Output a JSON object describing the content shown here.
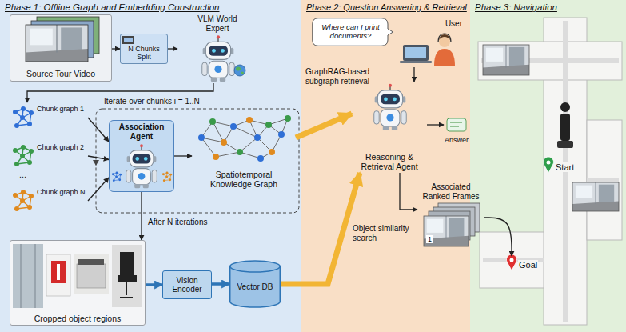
{
  "diagram": {
    "nodes": [
      {
        "text": [
          "Phase 1: Offline Graph and Embedding Construction"
        ]
      },
      {
        "text": [
          "Source Tour Video"
        ],
        "in": 0
      },
      {
        "text": [
          "N Chunks Split"
        ],
        "in": 0
      },
      {
        "text": [
          "VLM World Expert"
        ],
        "in": 0
      },
      {
        "text": [
          "Chunk graph 1"
        ],
        "in": 0
      },
      {
        "text": [
          "Chunk graph 2"
        ],
        "in": 0
      },
      {
        "text": [
          "Chunk graph N"
        ],
        "in": 0
      },
      {
        "text": [
          "Association Agent"
        ],
        "in": 0
      },
      {
        "text": [
          "Spatiotemporal Knowledge Graph"
        ],
        "in": 0
      },
      {
        "text": [
          "Cropped object regions"
        ],
        "in": 0
      },
      {
        "text": [
          "Vision Encoder"
        ],
        "in": 0
      },
      {
        "text": [
          "Vector DB"
        ],
        "in": 0
      },
      {
        "text": [
          "Phase 2: Question Answering & Retrieval"
        ]
      },
      {
        "text": [
          "Where can I print documents?"
        ],
        "in": 12
      },
      {
        "text": [
          "User"
        ],
        "in": 12
      },
      {
        "text": [
          "Reasoning & Retrieval Agent"
        ],
        "in": 12
      },
      {
        "text": [
          "Answer"
        ],
        "in": 12
      },
      {
        "text": [
          "Associated Ranked Frames"
        ],
        "in": 12
      },
      {
        "text": [
          "Phase 3: Navigation"
        ]
      },
      {
        "text": [
          "Start"
        ],
        "in": 18
      },
      {
        "text": [
          "Goal"
        ],
        "in": 18
      }
    ],
    "edges": [
      {
        "from": 1,
        "to": 2,
        "arrow": "to"
      },
      {
        "from": 2,
        "to": 3,
        "arrow": "to"
      },
      {
        "from": 3,
        "to": 4,
        "arrow": "to"
      },
      {
        "from": 4,
        "to": 7,
        "arrow": "to"
      },
      {
        "from": 5,
        "to": 7,
        "arrow": "to"
      },
      {
        "from": 6,
        "to": 7,
        "arrow": "to"
      },
      {
        "from": 7,
        "to": 8,
        "arrow": "to"
      },
      {
        "from": 7,
        "to": 9,
        "label": "After N iterations",
        "arrow": "to"
      },
      {
        "from": 9,
        "to": 10,
        "arrow": "to"
      },
      {
        "from": 10,
        "to": 11,
        "arrow": "to"
      },
      {
        "from": 8,
        "to": 15,
        "label": "GraphRAG-based subgraph retrieval",
        "arrow": "to"
      },
      {
        "from": 11,
        "to": 15,
        "label": "Object similarity search",
        "arrow": "to"
      },
      {
        "from": 14,
        "to": 15,
        "arrow": "to"
      },
      {
        "from": 15,
        "to": 16,
        "arrow": "to"
      },
      {
        "from": 15,
        "to": 17,
        "arrow": "to"
      },
      {
        "from": 17,
        "to": 20,
        "arrow": "to"
      }
    ],
    "labels": [
      "Iterate over chunks i = 1..N",
      "...",
      "1"
    ]
  }
}
